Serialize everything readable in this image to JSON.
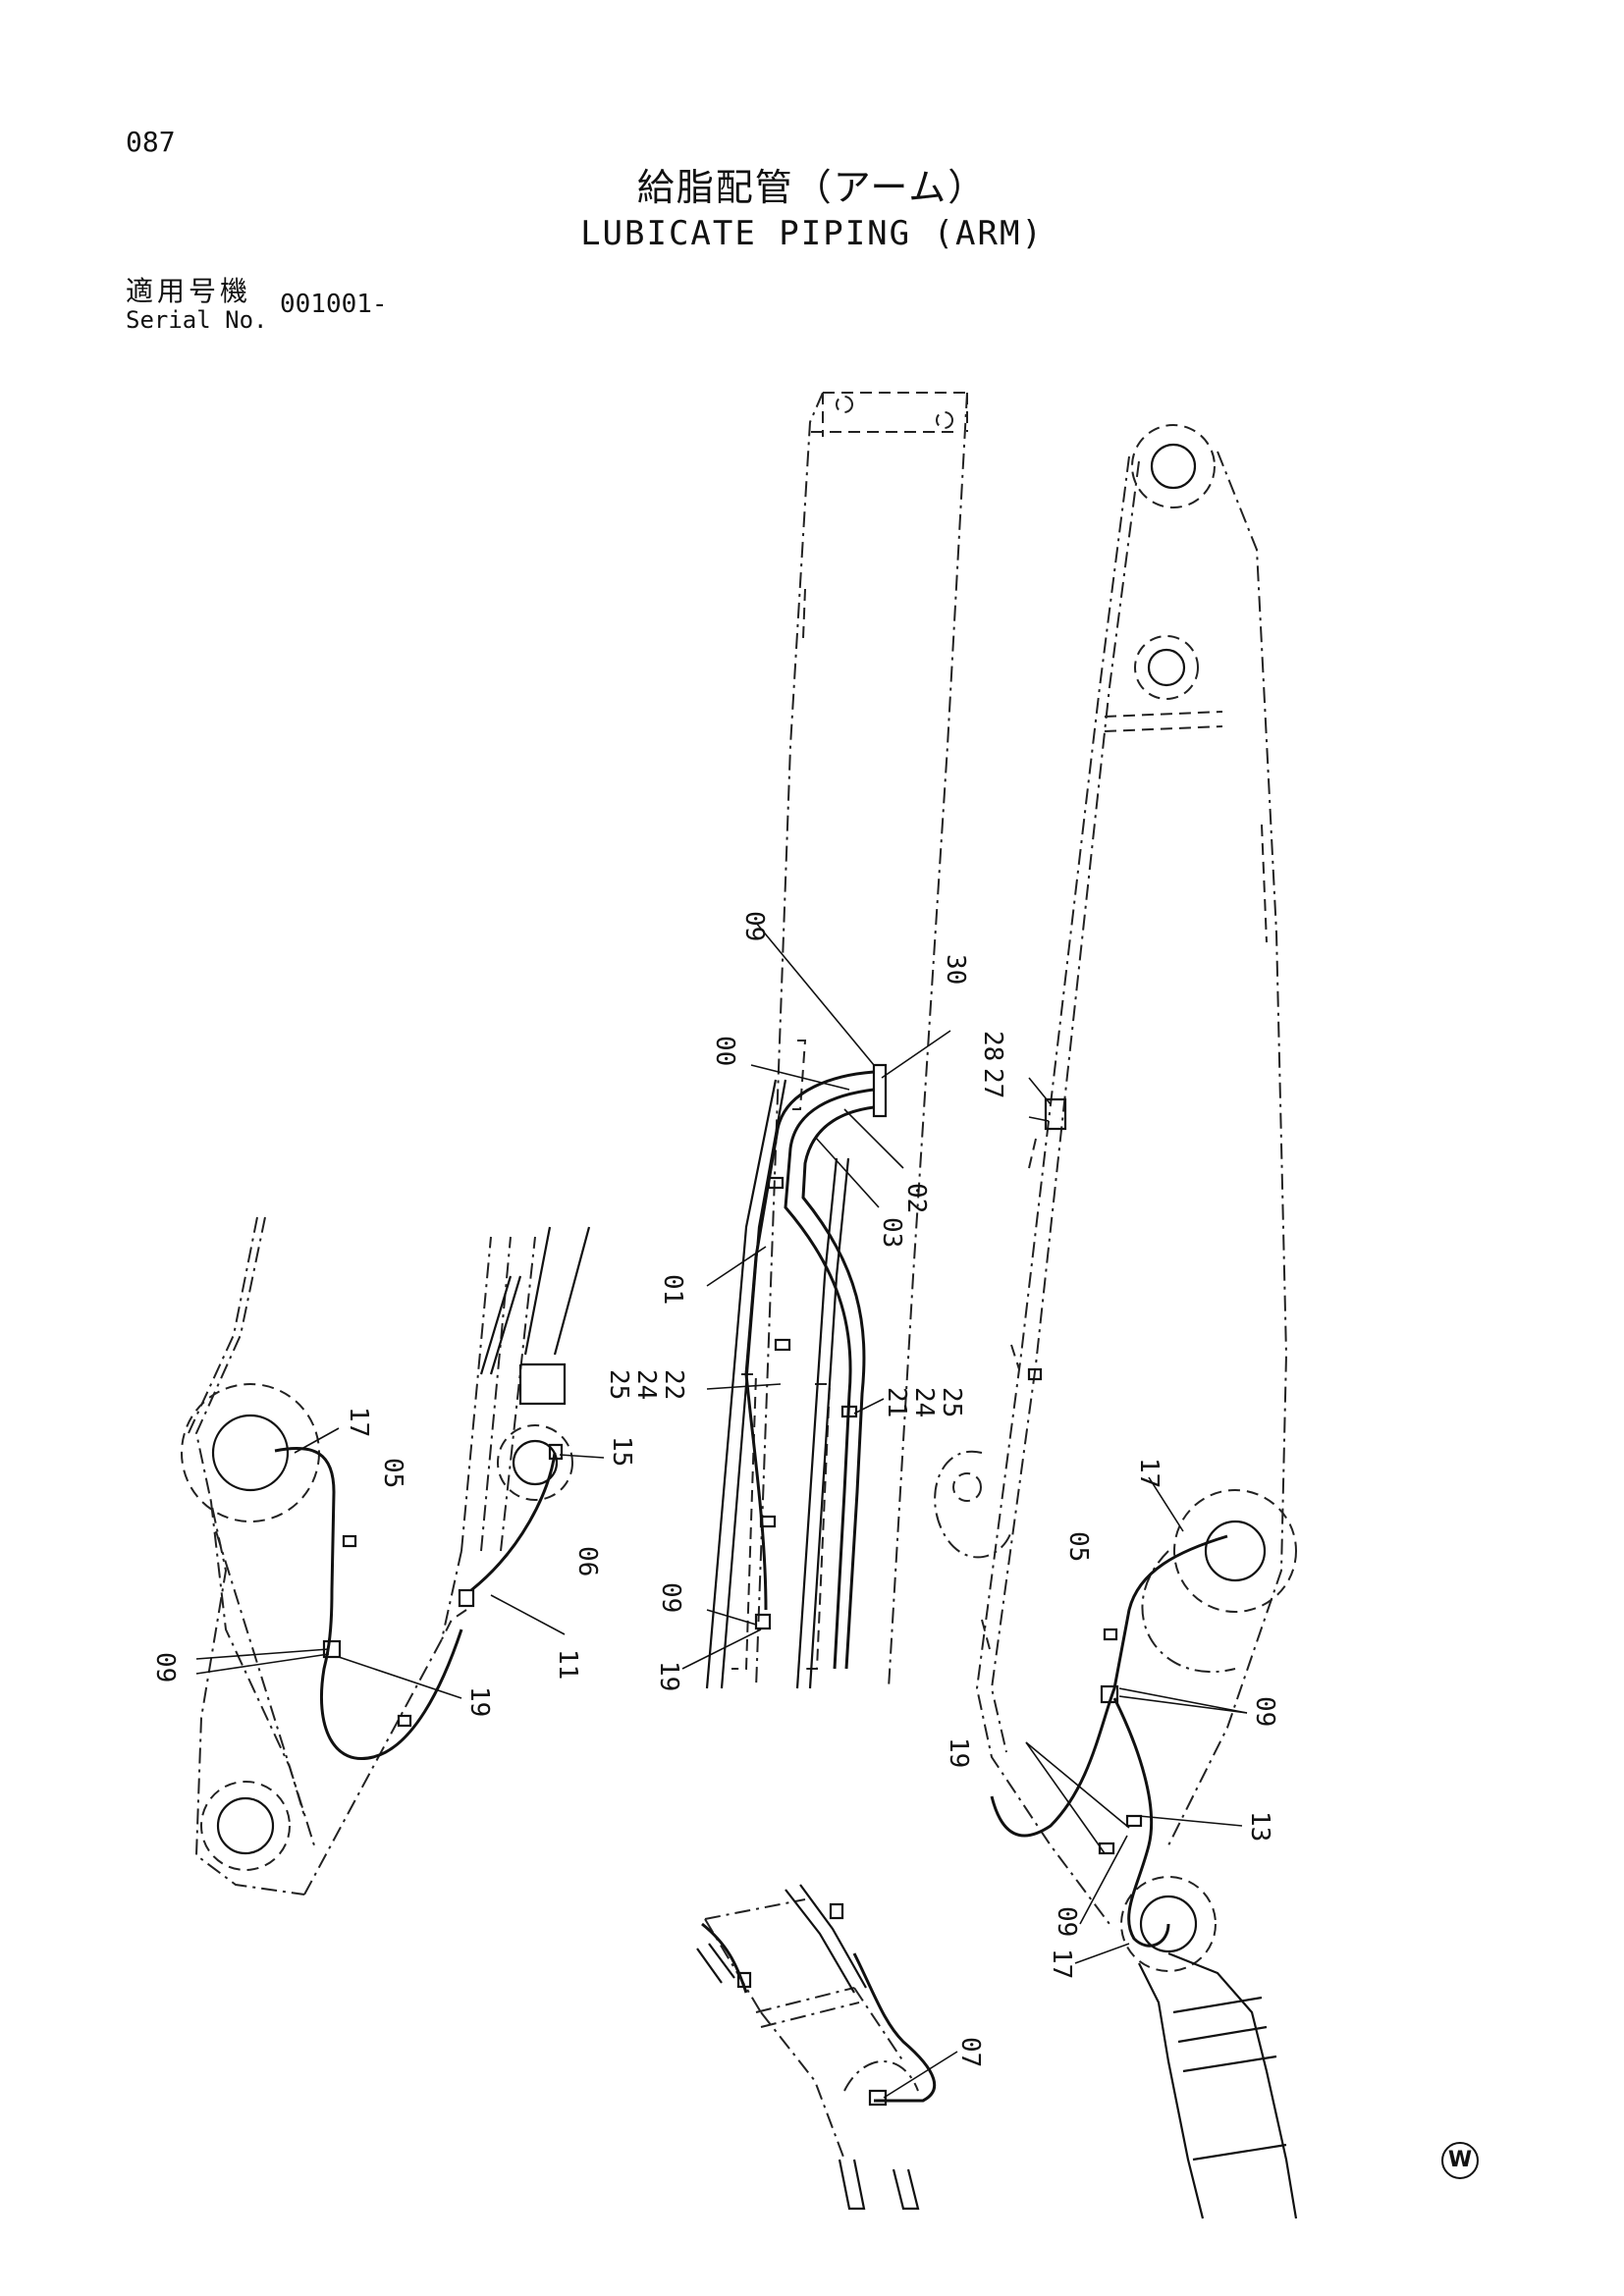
{
  "page_number": "087",
  "title_jp": "給脂配管（アーム）",
  "title_en": "LUBICATE PIPING (ARM)",
  "serial": {
    "label_jp": "適用号機",
    "label_en": "Serial No.",
    "value": "001001-"
  },
  "watermark": "W",
  "labels": {
    "a00": "00",
    "a01": "01",
    "a02": "02",
    "a03": "03",
    "a09": "09",
    "a30": "30",
    "a28": "28",
    "a27": "27",
    "a25": "25",
    "a24": "24",
    "a22": "22",
    "a21": "21",
    "a24b": "24",
    "a25b": "25",
    "a09b": "09",
    "a19b": "19",
    "l17": "17",
    "l05": "05",
    "l15": "15",
    "l06": "06",
    "l11": "11",
    "l09": "09",
    "l19": "19",
    "r17": "17",
    "r05": "05",
    "r09": "09",
    "r19": "19",
    "r13": "13",
    "r09b": "09",
    "r17b": "17",
    "b07": "07"
  }
}
